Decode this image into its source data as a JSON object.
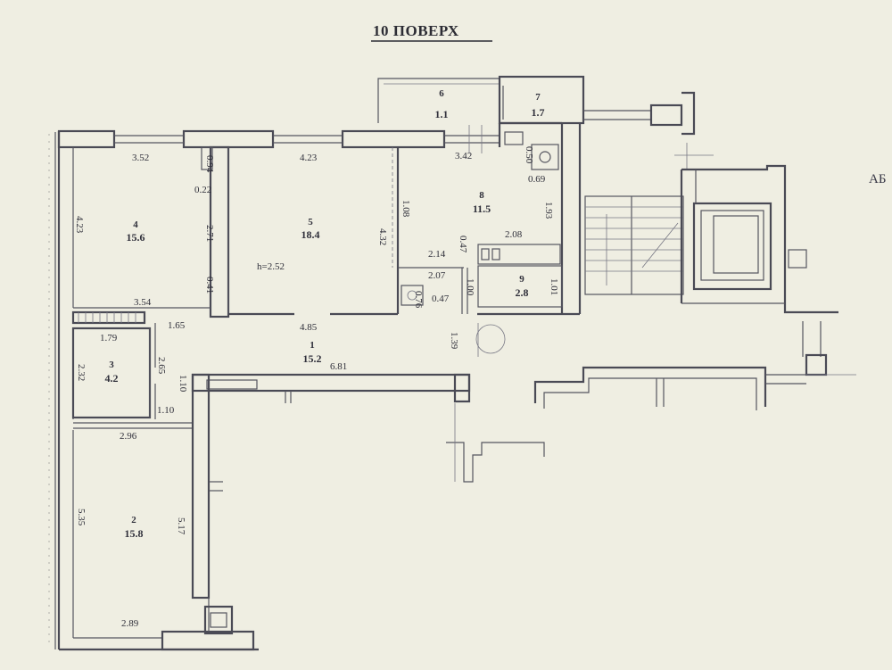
{
  "title": "10 ПОВЕРХ",
  "side_label": "АБ",
  "rooms": [
    {
      "id": "room-1",
      "number": "1",
      "area": "15.2"
    },
    {
      "id": "room-2",
      "number": "2",
      "area": "15.8"
    },
    {
      "id": "room-3",
      "number": "3",
      "area": "4.2"
    },
    {
      "id": "room-4",
      "number": "4",
      "area": "15.6"
    },
    {
      "id": "room-5",
      "number": "5",
      "area": "18.4"
    },
    {
      "id": "room-6",
      "number": "6",
      "area": "1.1"
    },
    {
      "id": "room-7",
      "number": "7",
      "area": "1.7"
    },
    {
      "id": "room-8",
      "number": "8",
      "area": "11.5"
    },
    {
      "id": "room-9",
      "number": "9",
      "area": "2.8"
    }
  ],
  "ceiling_height": "h=2.52",
  "dimensions": [
    "3.52",
    "4.23",
    "3.42",
    "0.94",
    "0.22",
    "2.71",
    "0.41",
    "4.23",
    "3.54",
    "1.65",
    "4.32",
    "1.08",
    "0.50",
    "0.69",
    "1.93",
    "2.08",
    "0.47",
    "2.14",
    "2.07",
    "1.00",
    "1.01",
    "0.76",
    "0.47",
    "4.85",
    "1.79",
    "2.32",
    "2.65",
    "1.10",
    "1.10",
    "1.39",
    "6.81",
    "2.96",
    "5.35",
    "5.17",
    "2.89"
  ]
}
